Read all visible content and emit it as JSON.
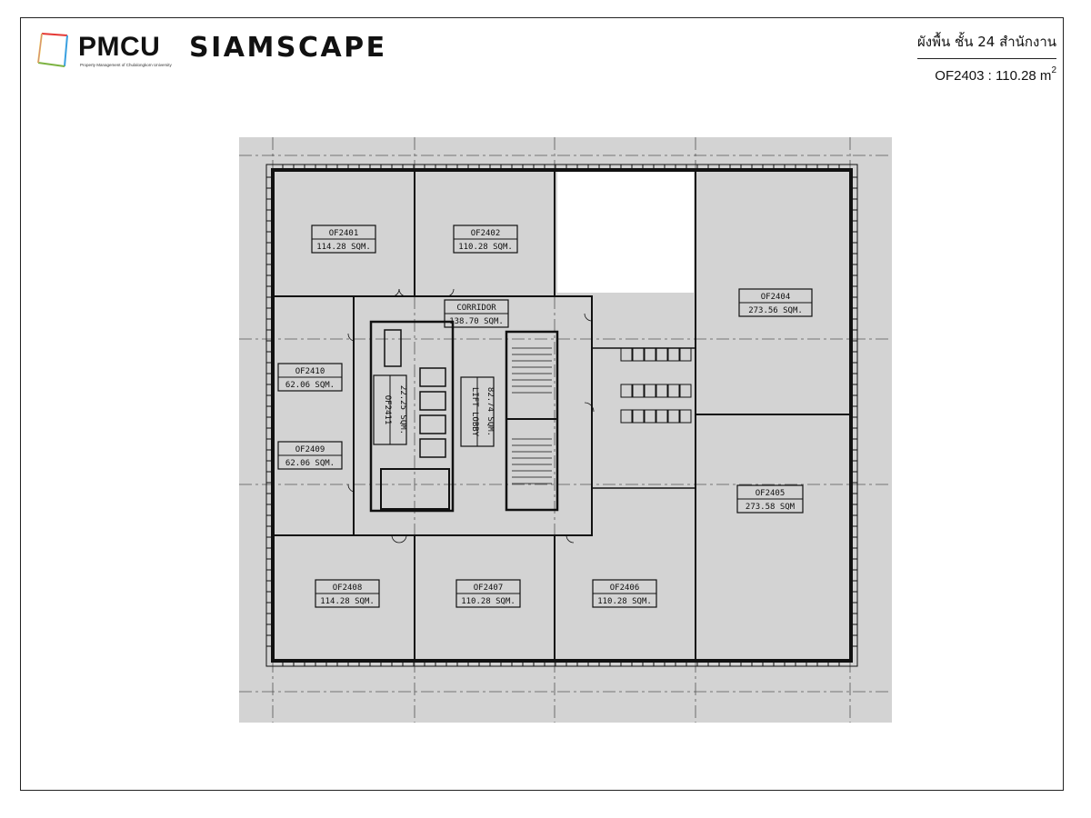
{
  "brand": {
    "pmcu": "PMCU",
    "pmcu_tagline": "Property Management of Chulalongkorn University",
    "siamscape": "SIAMSCAPE"
  },
  "header": {
    "title_th": "ผังพื้น ชั้น 24 สำนักงาน",
    "unit_code": "OF2403 : 110.28 m",
    "unit_sup": "2"
  },
  "plan": {
    "rooms": [
      {
        "name": "OF2401",
        "area": "114.28 SQM."
      },
      {
        "name": "OF2402",
        "area": "110.28 SQM."
      },
      {
        "name": "OF2404",
        "area": "273.56 SQM."
      },
      {
        "name": "CORRIDOR",
        "area": "138.70 SQM."
      },
      {
        "name": "OF2410",
        "area": "62.06 SQM."
      },
      {
        "name": "OF2409",
        "area": "62.06 SQM."
      },
      {
        "name": "OF2411",
        "area": "22.25 SQM."
      },
      {
        "name": "LIFT LOBBY",
        "area": "82.74 SQM."
      },
      {
        "name": "OF2405",
        "area": "273.58 SQM"
      },
      {
        "name": "OF2408",
        "area": "114.28 SQM."
      },
      {
        "name": "OF2407",
        "area": "110.28 SQM."
      },
      {
        "name": "OF2406",
        "area": "110.28 SQM."
      }
    ],
    "colors": {
      "fill": "#d3d3d3",
      "highlight": "#ffffff",
      "wall": "#111111"
    }
  }
}
